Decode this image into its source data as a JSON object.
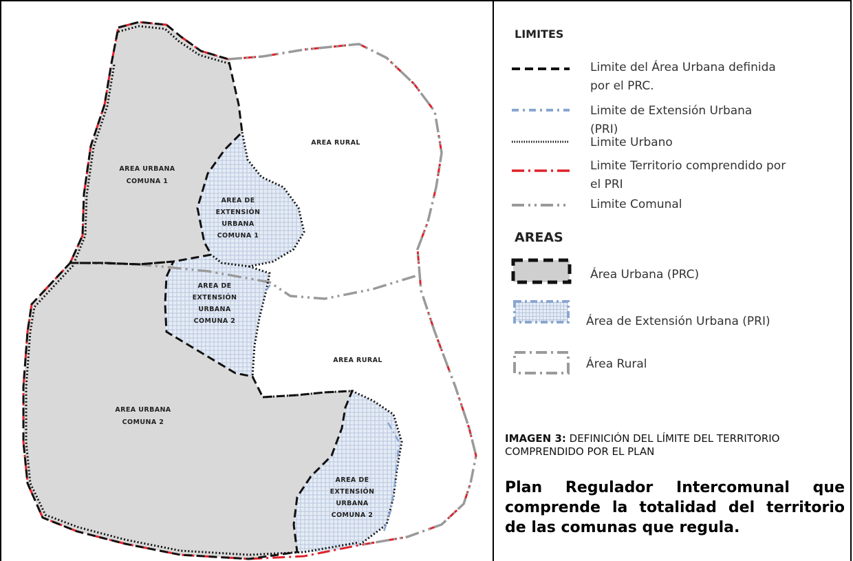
{
  "map": {
    "labels": {
      "rural_north": "AREA RURAL",
      "urbana_c1_l1": "AREA URBANA",
      "urbana_c1_l2": "COMUNA 1",
      "ext_c1_l1": "AREA DE",
      "ext_c1_l2": "EXTENSIÓN",
      "ext_c1_l3": "URBANA",
      "ext_c1_l4": "COMUNA 1",
      "ext_c2a_l1": "AREA DE",
      "ext_c2a_l2": "EXTENSIÓN",
      "ext_c2a_l3": "URBANA",
      "ext_c2a_l4": "COMUNA 2",
      "rural_south": "AREA RURAL",
      "urbana_c2_l1": "AREA URBANA",
      "urbana_c2_l2": "COMUNA 2",
      "ext_c2b_l1": "AREA DE",
      "ext_c2b_l2": "EXTENSIÓN",
      "ext_c2b_l3": "URBANA",
      "ext_c2b_l4": "COMUNA 2"
    },
    "colors": {
      "urban_fill": "#d9d9d9",
      "extension_fill": "#dde6f3",
      "rural_fill": "#ffffff",
      "red_line": "#e0202a",
      "gray_line": "#9a9a9a",
      "black_line": "#111111"
    }
  },
  "legend": {
    "limites_heading": "LIMITES",
    "limites": [
      {
        "symbol": "black-dashed-line",
        "label": "Limite del Área Urbana definida por el PRC."
      },
      {
        "symbol": "blue-dash-dot-line",
        "label": "Limite de Extensión Urbana (PRI)"
      },
      {
        "symbol": "dotted-line",
        "label": "Limite Urbano"
      },
      {
        "symbol": "red-dash-dot-line",
        "label": "Limite Territorio comprendido por el PRI"
      },
      {
        "symbol": "gray-dash-dot-dot-line",
        "label": "Limite Comunal"
      }
    ],
    "areas_heading": "AREAS",
    "areas": [
      {
        "symbol": "gray-box-dashed",
        "label": "Área Urbana (PRC)"
      },
      {
        "symbol": "blue-hatched-box",
        "label": "Área de Extensión Urbana (PRI)"
      },
      {
        "symbol": "white-box-dashdot",
        "label": "Área Rural"
      }
    ]
  },
  "caption": {
    "prefix": "IMAGEN 3:",
    "text": " DEFINICIÓN DEL LÍMITE DEL TERRITORIO COMPRENDIDO POR EL PLAN"
  },
  "title": "Plan Regulador Intercomunal que comprende la totalidad del territorio de las comunas que regula."
}
